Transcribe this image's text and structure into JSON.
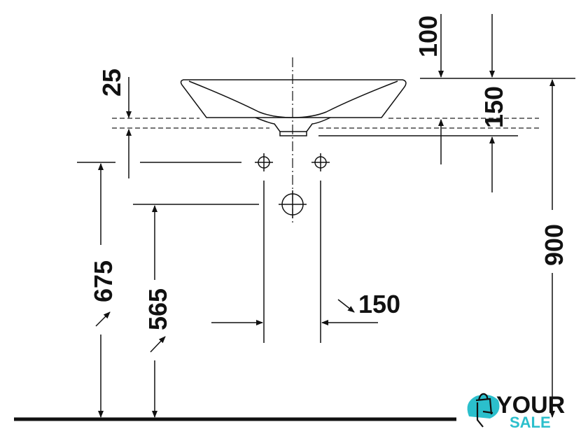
{
  "dimensions": {
    "basin_rim_thickness": "25",
    "top_offset": "100",
    "drain_height": "150",
    "total_height": "900",
    "side_hole_height": "675",
    "center_hole_height": "565",
    "hole_spacing": "150"
  },
  "logo": {
    "line1": "YOUR",
    "line2": "SALE",
    "accent": "#2bbfcc"
  }
}
